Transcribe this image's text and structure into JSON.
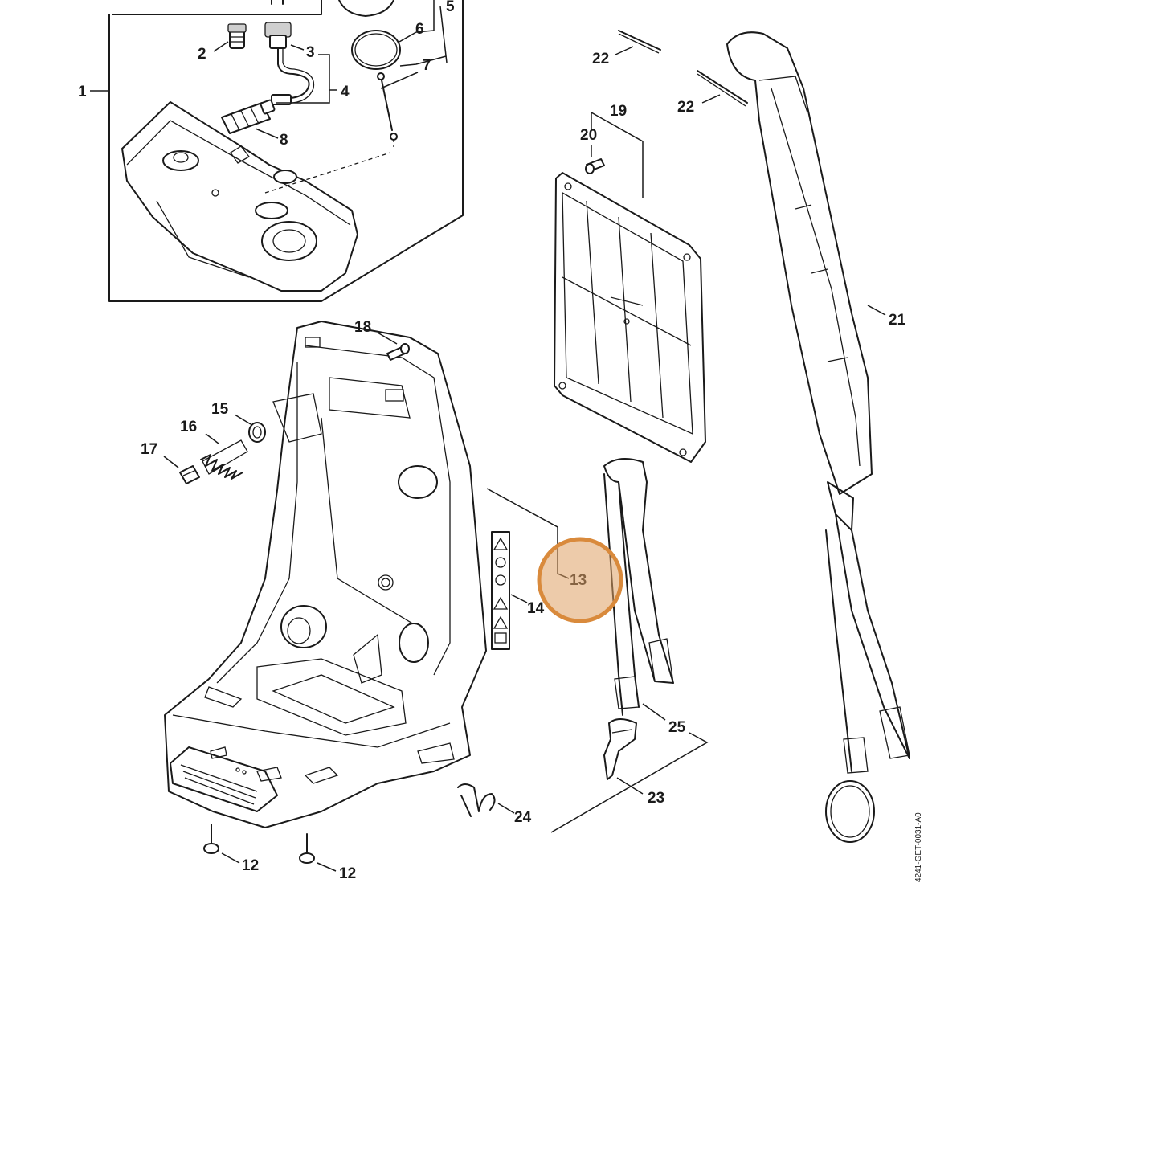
{
  "diagram": {
    "labels": [
      "1",
      "2",
      "3",
      "4",
      "5",
      "6",
      "7",
      "8",
      "12",
      "12",
      "13",
      "14",
      "15",
      "16",
      "17",
      "18",
      "19",
      "20",
      "21",
      "22",
      "22",
      "23",
      "24",
      "25"
    ],
    "drawing_code": "4241-GET-0031-A0",
    "highlight": {
      "part": "13",
      "color": "#d98a3c"
    }
  }
}
